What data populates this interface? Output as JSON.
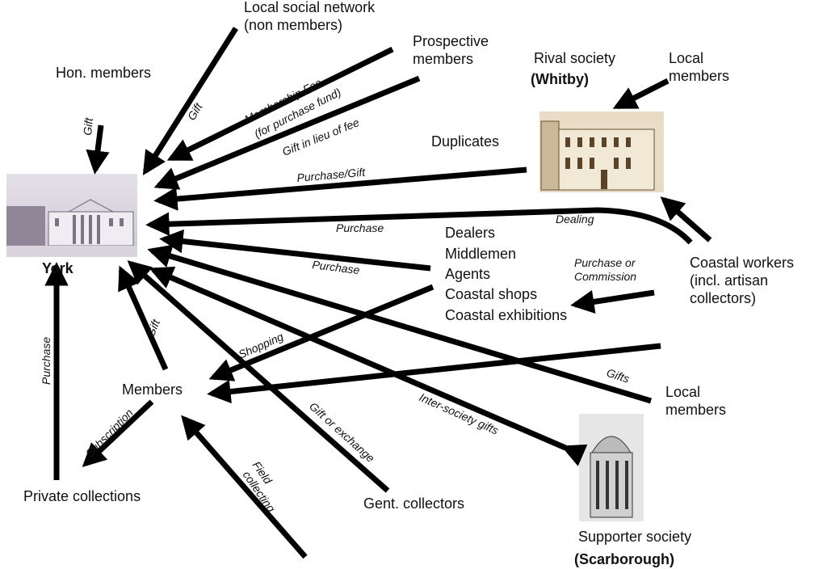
{
  "nodes": {
    "york": "York",
    "hon_members": "Hon. members",
    "local_social_1": "Local social network",
    "local_social_2": "(non members)",
    "prospective_1": "Prospective",
    "prospective_2": "members",
    "rival_1": "Rival society",
    "rival_2": "(Whitby)",
    "local_members_top_1": "Local",
    "local_members_top_2": "members",
    "duplicates": "Duplicates",
    "dealers": "Dealers",
    "middlemen": "Middlemen",
    "agents": "Agents",
    "coastal_shops": "Coastal shops",
    "coastal_exhibitions": "Coastal exhibitions",
    "coastal_workers_1": "Coastal workers",
    "coastal_workers_2": "(incl. artisan",
    "coastal_workers_3": "collectors)",
    "members": "Members",
    "local_members_bottom_1": "Local",
    "local_members_bottom_2": "members",
    "private_collections": "Private collections",
    "gent_collectors": "Gent. collectors",
    "supporter_1": "Supporter society",
    "supporter_2": "(Scarborough)"
  },
  "edges": {
    "hon_gift": "Gift",
    "social_gift": "Gift",
    "membership_fee_1": "Membership Fee",
    "membership_fee_2": "(for purchase fund)",
    "gift_in_lieu": "Gift in lieu of fee",
    "purchase_gift": "Purchase/Gift",
    "dealing": "Dealing",
    "purchase_coastal": "Purchase",
    "purchase_dealers": "Purchase",
    "purchase_commission_1": "Purchase or",
    "purchase_commission_2": "Commission",
    "shopping": "Shopping",
    "gifts": "Gifts",
    "inter_society": "Inter-society gifts",
    "gift_or_exchange": "Gift or exchange",
    "members_gift": "Gift",
    "subscription": "Subscription",
    "private_purchase": "Purchase",
    "field_collecting_1": "Field",
    "field_collecting_2": "collecting"
  }
}
